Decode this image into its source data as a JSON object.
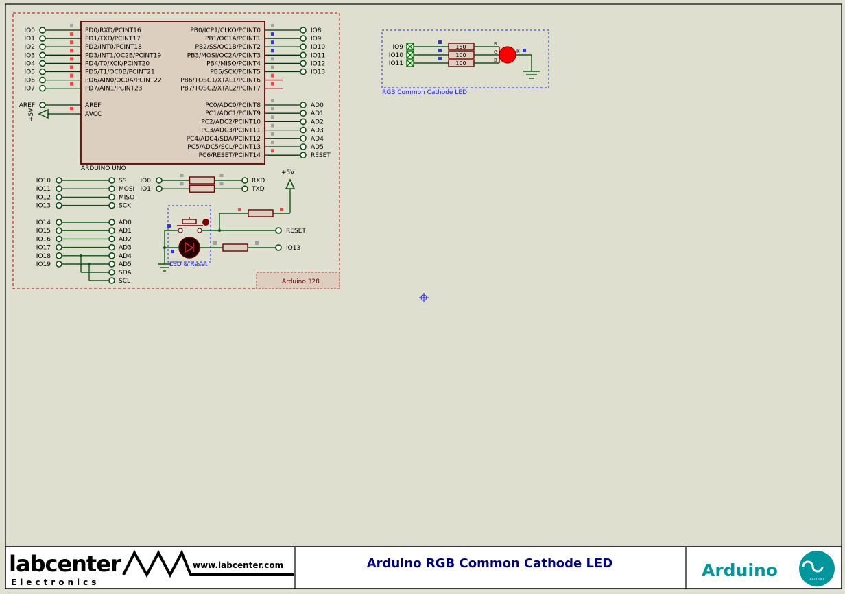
{
  "arduino": {
    "chip_name": "ARDUINO UNO",
    "left_pins": [
      {
        "net": "IO0",
        "pin": "PD0/RXD/PCINT16"
      },
      {
        "net": "IO1",
        "pin": "PD1/TXD/PCINT17"
      },
      {
        "net": "IO2",
        "pin": "PD2/INT0/PCINT18"
      },
      {
        "net": "IO3",
        "pin": "PD3/INT1/OC2B/PCINT19"
      },
      {
        "net": "IO4",
        "pin": "PD4/T0/XCK/PCINT20"
      },
      {
        "net": "IO5",
        "pin": "PD5/T1/OC0B/PCINT21"
      },
      {
        "net": "IO6",
        "pin": "PD6/AIN0/OC0A/PCINT22"
      },
      {
        "net": "IO7",
        "pin": "PD7/AIN1/PCINT23"
      }
    ],
    "aref": {
      "net": "AREF",
      "pin": "AREF"
    },
    "avcc": {
      "net": "+5V",
      "pin": "AVCC"
    },
    "right_pins": [
      {
        "net": "IO8",
        "pin": "PB0/ICP1/CLKO/PCINT0"
      },
      {
        "net": "IO9",
        "pin": "PB1/OC1A/PCINT1"
      },
      {
        "net": "IO10",
        "pin": "PB2/SS/OC1B/PCINT2"
      },
      {
        "net": "IO11",
        "pin": "PB3/MOSI/OC2A/PCINT3"
      },
      {
        "net": "IO12",
        "pin": "PB4/MISO/PCINT4"
      },
      {
        "net": "IO13",
        "pin": "PB5/SCK/PCINT5"
      },
      {
        "net": "",
        "pin": "PB6/TOSC1/XTAL1/PCINT6"
      },
      {
        "net": "",
        "pin": "PB7/TOSC2/XTAL2/PCINT7"
      }
    ],
    "analog_pins": [
      {
        "net": "AD0",
        "pin": "PC0/ADC0/PCINT8"
      },
      {
        "net": "AD1",
        "pin": "PC1/ADC1/PCINT9"
      },
      {
        "net": "AD2",
        "pin": "PC2/ADC2/PCINT10"
      },
      {
        "net": "AD3",
        "pin": "PC3/ADC3/PCINT11"
      },
      {
        "net": "AD4",
        "pin": "PC4/ADC4/SDA/PCINT12"
      },
      {
        "net": "AD5",
        "pin": "PC5/ADC5/SCL/PCINT13"
      },
      {
        "net": "RESET",
        "pin": "PC6/RESET/PCINT14"
      }
    ],
    "spi_map": [
      {
        "from": "IO10",
        "to": "SS"
      },
      {
        "from": "IO11",
        "to": "MOSI"
      },
      {
        "from": "IO12",
        "to": "MISO"
      },
      {
        "from": "IO13",
        "to": "SCK"
      }
    ],
    "serial_map": [
      {
        "from": "IO0",
        "to": "RXD"
      },
      {
        "from": "IO1",
        "to": "TXD"
      }
    ],
    "analog_map": [
      {
        "from": "IO14",
        "to": "AD0"
      },
      {
        "from": "IO15",
        "to": "AD1"
      },
      {
        "from": "IO16",
        "to": "AD2"
      },
      {
        "from": "IO17",
        "to": "AD3"
      },
      {
        "from": "IO18",
        "to": "AD4"
      },
      {
        "from": "IO19",
        "to": "AD5"
      }
    ],
    "i2c_labels": [
      "SDA",
      "SCL"
    ],
    "vcc_label": "+5V",
    "reset_label": "RESET",
    "io13_label": "IO13",
    "led_reset_label": "LED & Reset",
    "board_tag": "Arduino 328"
  },
  "rgb": {
    "inputs": [
      "IO9",
      "IO10",
      "IO11"
    ],
    "resistors": [
      "150",
      "100",
      "100"
    ],
    "channels": [
      "R",
      "G",
      "B"
    ],
    "cathode": "K",
    "label": "RGB Common Cathode LED"
  },
  "title_block": {
    "logo_word": "labcenter",
    "logo_sub": "Electronics",
    "url": "www.labcenter.com",
    "title": "Arduino RGB Common Cathode LED",
    "brand": "Arduino",
    "badge_text": "ARDUINO"
  },
  "colors": {
    "sheet": "#dedfcf",
    "component_fill": "#dccfc0",
    "component_border": "#6b0000",
    "wire": "#0a5a14",
    "title_text": "#000080",
    "brand": "#00979c",
    "led_red": "#ff0000"
  }
}
